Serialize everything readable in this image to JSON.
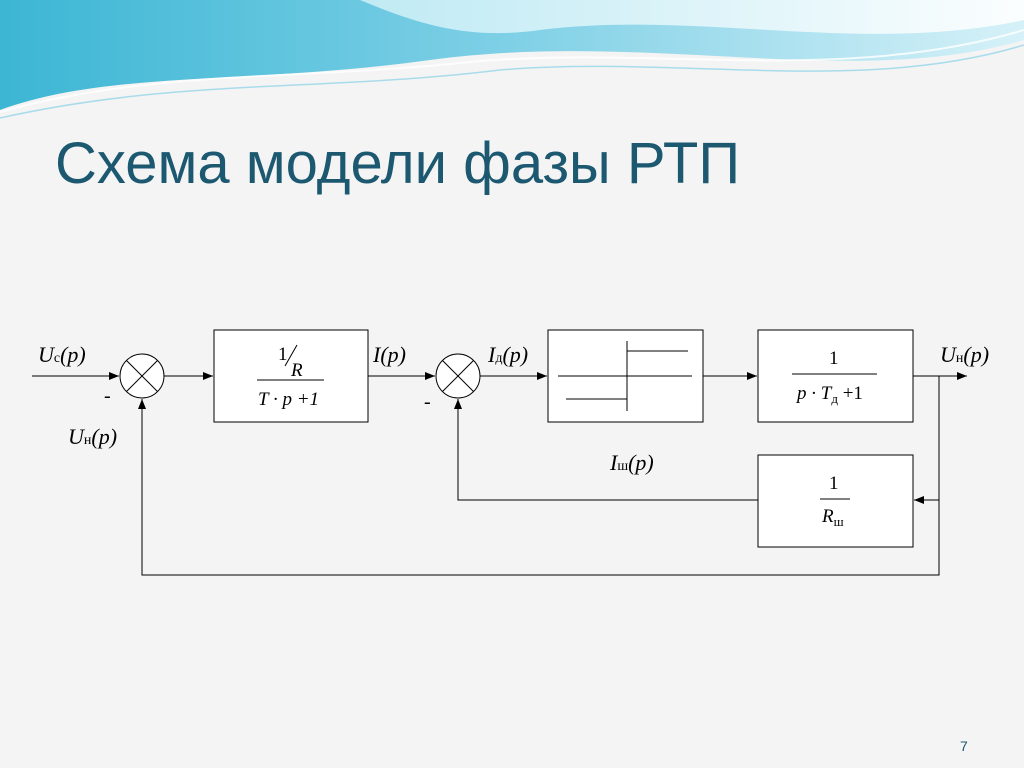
{
  "slide": {
    "title": "Схема модели фазы РТП",
    "page_number": "7"
  },
  "diagram": {
    "input_u_c": {
      "main": "U",
      "sub": "с",
      "arg": "(p)"
    },
    "feedback_u_n": {
      "main": "U",
      "sub": "н",
      "arg": "(p)"
    },
    "current_i": {
      "main": "I",
      "arg": "(p)"
    },
    "current_i_d": {
      "main": "I",
      "sub": "д",
      "arg": "(p)"
    },
    "current_i_sh": {
      "main": "I",
      "sub": "ш",
      "arg": "(p)"
    },
    "output_u_n": {
      "main": "U",
      "sub": "н",
      "arg": "(p)"
    },
    "minus_sign": "-",
    "block1": {
      "num_1": "1",
      "num_r": "R",
      "den": "T · p +1"
    },
    "block3": {
      "num": "1",
      "den_p": "p · T",
      "den_sub": "д",
      "den_tail": " +1"
    },
    "block4": {
      "num": "1",
      "den": "R",
      "den_sub": "ш"
    }
  },
  "colors": {
    "title": "#1c5870",
    "wave_dark": "#1aa3c4",
    "wave_light": "#bfe8f3"
  }
}
